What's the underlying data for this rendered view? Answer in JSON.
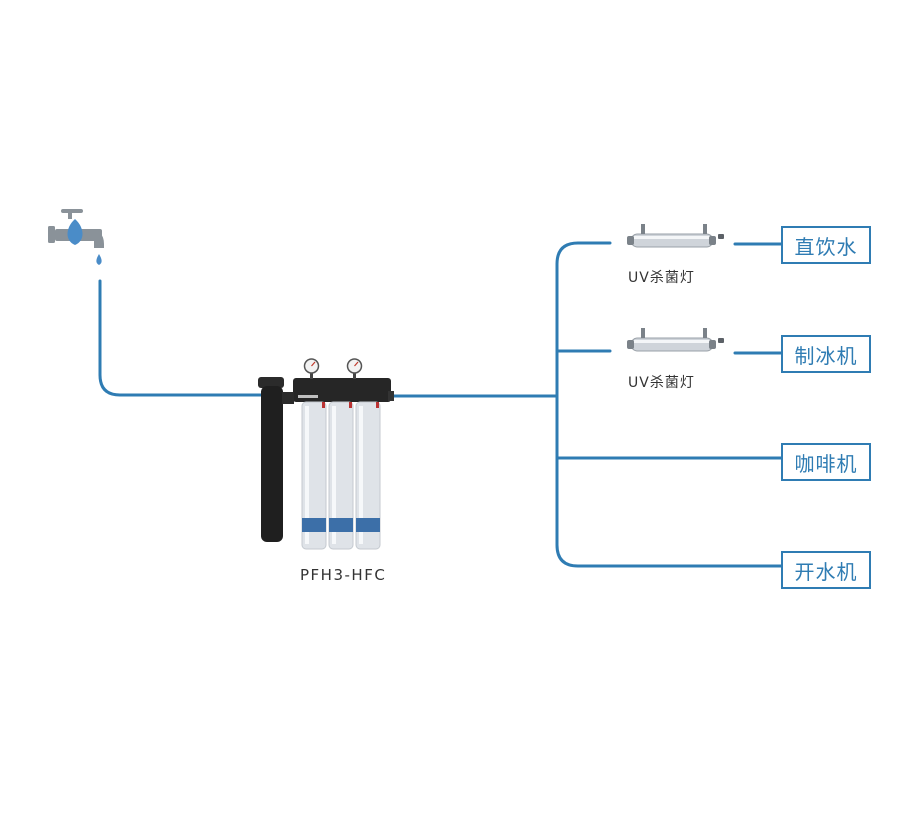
{
  "model_label": "PFH3-HFC",
  "uv_lamps": [
    {
      "label": "UV杀菌灯"
    },
    {
      "label": "UV杀菌灯"
    }
  ],
  "destinations": [
    {
      "label": "直饮水"
    },
    {
      "label": "制冰机"
    },
    {
      "label": "咖啡机"
    },
    {
      "label": "开水机"
    }
  ],
  "colors": {
    "pipe": "#2f7cb3",
    "box_border": "#2f7cb3",
    "box_text": "#2f7cb3",
    "faucet": "#8a9299",
    "water_drop": "#4a8cc8",
    "filter_housing": "#1f1f1f",
    "cartridge": "#dfe3e8"
  },
  "icons": [
    "faucet-icon",
    "water-drop-icon",
    "pressure-gauge-icon",
    "uv-lamp-icon"
  ]
}
